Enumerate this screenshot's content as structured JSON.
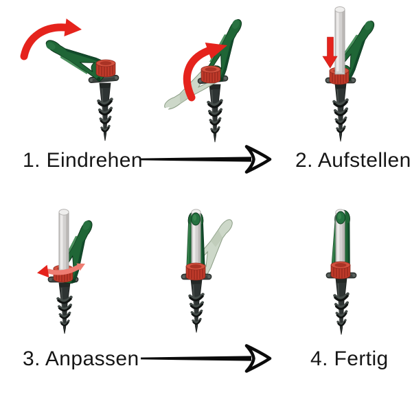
{
  "instructions": {
    "language": "de",
    "steps": [
      {
        "index": 1,
        "label": "1. Eindrehen"
      },
      {
        "index": 2,
        "label": "2. Aufstellen"
      },
      {
        "index": 3,
        "label": "3. Anpassen"
      },
      {
        "index": 4,
        "label": "4. Fertig"
      }
    ]
  },
  "icons": {
    "rotate-arrow-icon": "curved red arrow pointing right (screw in)",
    "flip-up-arrow-icon": "curved red arrow pointing up-right (fold handle up)",
    "insert-down-arrow-icon": "straight red arrow pointing down (insert pole)",
    "twist-adjust-arrow-icon": "red twist arrow around collar (adjust clamp)",
    "next-step-arrow-icon": "long black arrow with open head (next step)"
  },
  "colors": {
    "background": "#ffffff",
    "handle_green": "#1f6636",
    "handle_green_dark": "#11482a",
    "handle_green_light": "#38844d",
    "ghost_green": "#cdd8c9",
    "ghost_outline": "#8a9c84",
    "cap_red": "#bf3a2a",
    "cap_red_dark": "#8e281e",
    "cap_red_light": "#d2513e",
    "arrow_red": "#e5231c",
    "arrow_pink": "#ee7d72",
    "screw_dark": "#2e3433",
    "pole_gray": "#d3d1d0",
    "transition_arrow_black": "#0b0b0b",
    "text": "#161616"
  }
}
